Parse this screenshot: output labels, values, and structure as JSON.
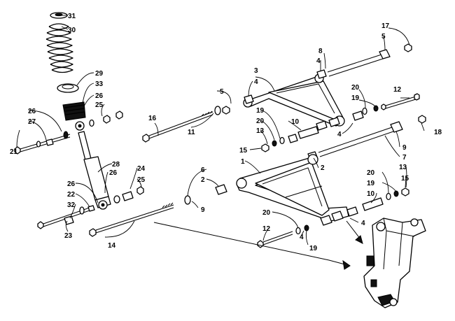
{
  "callouts": [
    {
      "text": "31"
    },
    {
      "text": "30"
    },
    {
      "text": "29"
    },
    {
      "text": "33"
    },
    {
      "text": "26"
    },
    {
      "text": "25"
    },
    {
      "text": "26"
    },
    {
      "text": "27"
    },
    {
      "text": "21"
    },
    {
      "text": "28"
    },
    {
      "text": "26"
    },
    {
      "text": "24"
    },
    {
      "text": "25"
    },
    {
      "text": "26"
    },
    {
      "text": "22"
    },
    {
      "text": "32"
    },
    {
      "text": "23"
    },
    {
      "text": "14"
    },
    {
      "text": "16"
    },
    {
      "text": "11"
    },
    {
      "text": "5"
    },
    {
      "text": "3"
    },
    {
      "text": "4"
    },
    {
      "text": "8"
    },
    {
      "text": "4"
    },
    {
      "text": "17"
    },
    {
      "text": "5"
    },
    {
      "text": "20"
    },
    {
      "text": "19"
    },
    {
      "text": "12"
    },
    {
      "text": "19"
    },
    {
      "text": "20"
    },
    {
      "text": "13"
    },
    {
      "text": "10"
    },
    {
      "text": "4"
    },
    {
      "text": "18"
    },
    {
      "text": "15"
    },
    {
      "text": "1"
    },
    {
      "text": "2"
    },
    {
      "text": "9"
    },
    {
      "text": "7"
    },
    {
      "text": "6"
    },
    {
      "text": "2"
    },
    {
      "text": "9"
    },
    {
      "text": "20"
    },
    {
      "text": "13"
    },
    {
      "text": "19"
    },
    {
      "text": "15"
    },
    {
      "text": "10"
    },
    {
      "text": "4"
    },
    {
      "text": "20"
    },
    {
      "text": "12"
    },
    {
      "text": "4"
    },
    {
      "text": "19"
    }
  ]
}
